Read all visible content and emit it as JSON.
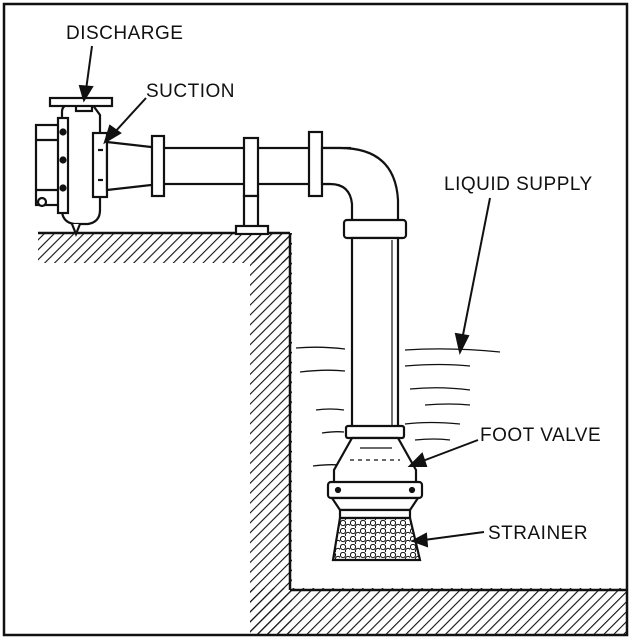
{
  "labels": {
    "discharge": "DISCHARGE",
    "suction": "SUCTION",
    "liquid_supply": "LIQUID SUPPLY",
    "foot_valve": "FOOT VALVE",
    "strainer": "STRAINER"
  },
  "colors": {
    "ink": "#111111",
    "paper": "#ffffff"
  }
}
